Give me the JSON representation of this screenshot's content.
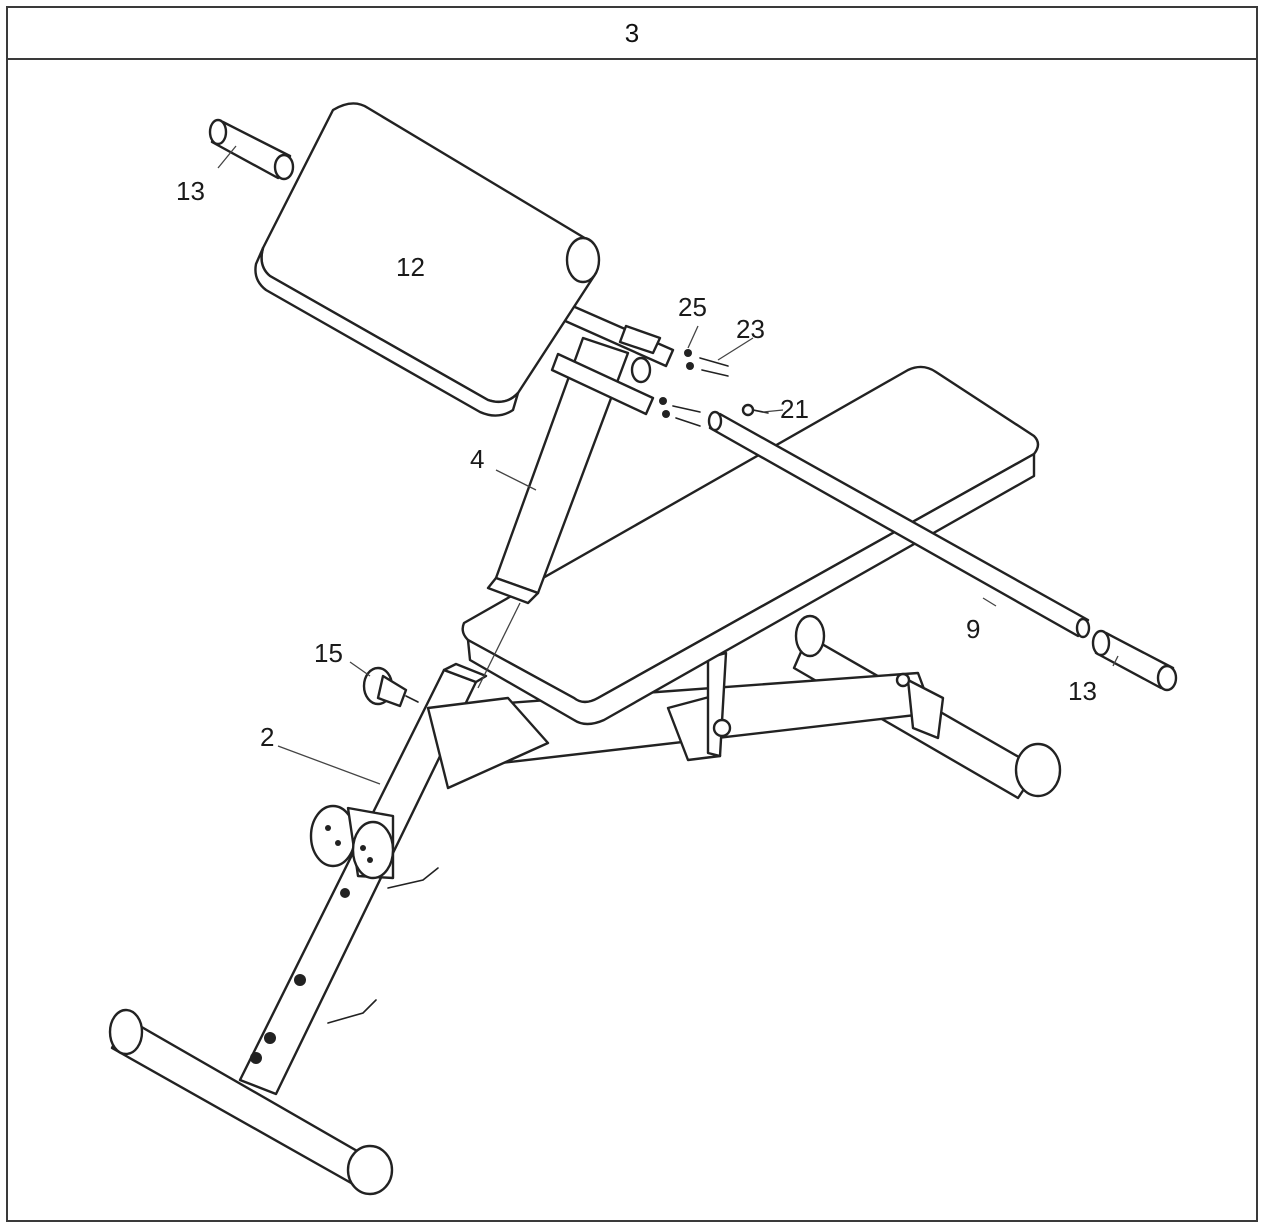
{
  "step": {
    "number": "3"
  },
  "callouts": {
    "p12": "12",
    "p13a": "13",
    "p13b": "13",
    "p25": "25",
    "p23": "23",
    "p21": "21",
    "p4": "4",
    "p9": "9",
    "p15": "15",
    "p2": "2"
  },
  "colors": {
    "line": "#222222",
    "border": "#3a3a3a",
    "background": "#ffffff"
  }
}
